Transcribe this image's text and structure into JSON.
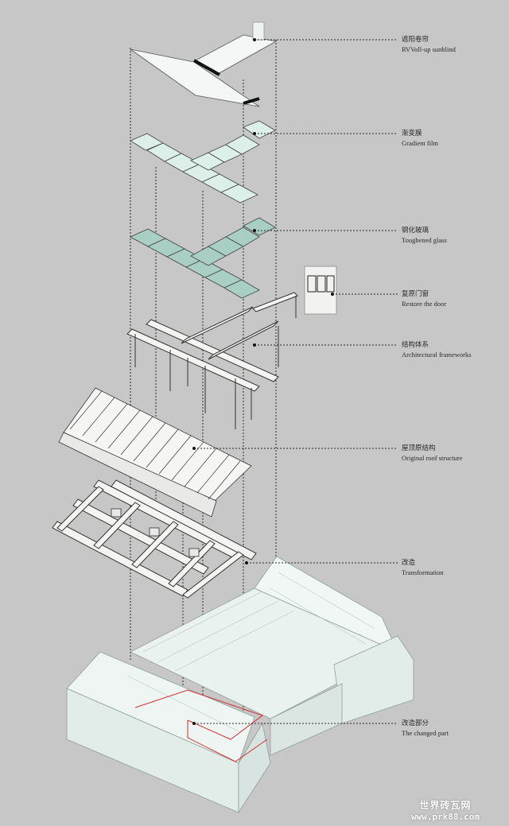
{
  "labels": [
    {
      "id": "sunblind",
      "cn": "遮阳卷帘",
      "en": "RVVoll-up sunblind"
    },
    {
      "id": "gradient-film",
      "cn": "渐变膜",
      "en": "Gradient film"
    },
    {
      "id": "toughened-glass",
      "cn": "钢化玻璃",
      "en": "Toughened glass"
    },
    {
      "id": "restore-door",
      "cn": "复原门窗",
      "en": "Restore the door"
    },
    {
      "id": "frameworks",
      "cn": "结构体系",
      "en": "Architectural frameworks"
    },
    {
      "id": "roof",
      "cn": "屋顶原结构",
      "en": "Original roof structure"
    },
    {
      "id": "transformation",
      "cn": "改造",
      "en": "Transformation"
    },
    {
      "id": "changed-part",
      "cn": "改造部分",
      "en": "The changed part"
    }
  ],
  "watermark": {
    "name": "世界砖瓦网",
    "url": "www.prk88.com"
  },
  "colors": {
    "background": "#c7c7c7",
    "leader_line": "#2a2a2a",
    "glass_tint": "#a9cfc5",
    "film_tint": "#dcefe9",
    "building": "#e9f2ef",
    "changed_outline": "#d23030"
  }
}
